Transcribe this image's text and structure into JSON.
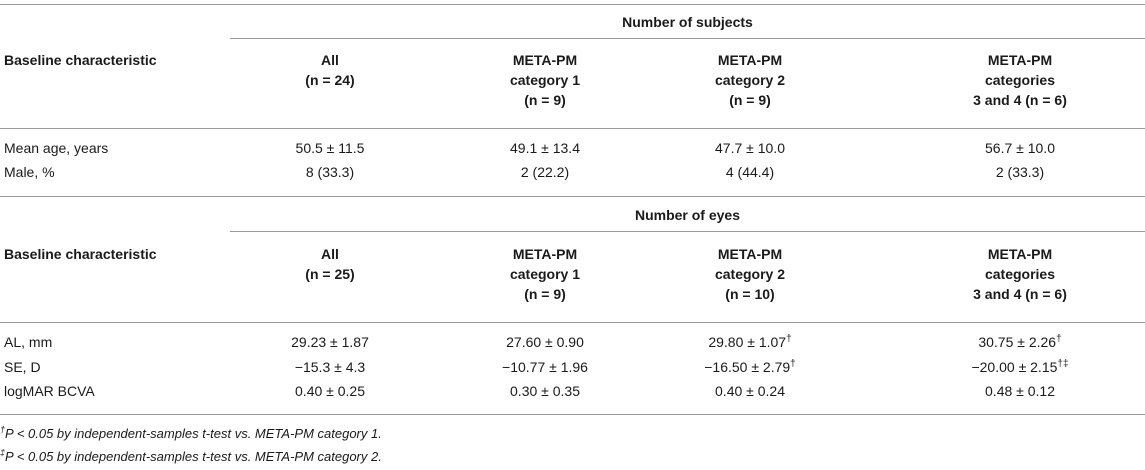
{
  "subjects": {
    "group_title": "Number of subjects",
    "header_left": "Baseline characteristic",
    "cols": [
      {
        "l1": "All",
        "l2": "",
        "n": "(n = 24)"
      },
      {
        "l1": "META-PM",
        "l2": "category 1",
        "n": "(n = 9)"
      },
      {
        "l1": "META-PM",
        "l2": "category 2",
        "n": "(n = 9)"
      },
      {
        "l1": "META-PM",
        "l2": "categories",
        "n": "3 and 4 (n = 6)"
      }
    ],
    "rows": [
      {
        "label": "Mean age, years",
        "cells": [
          {
            "v": "50.5 ± 11.5",
            "s": ""
          },
          {
            "v": "49.1 ± 13.4",
            "s": ""
          },
          {
            "v": "47.7 ± 10.0",
            "s": ""
          },
          {
            "v": "56.7 ± 10.0",
            "s": ""
          }
        ]
      },
      {
        "label": "Male, %",
        "cells": [
          {
            "v": "8 (33.3)",
            "s": ""
          },
          {
            "v": "2 (22.2)",
            "s": ""
          },
          {
            "v": "4 (44.4)",
            "s": ""
          },
          {
            "v": "2 (33.3)",
            "s": ""
          }
        ]
      }
    ]
  },
  "eyes": {
    "group_title": "Number of eyes",
    "header_left": "Baseline characteristic",
    "cols": [
      {
        "l1": "All",
        "l2": "",
        "n": "(n = 25)"
      },
      {
        "l1": "META-PM",
        "l2": "category 1",
        "n": "(n = 9)"
      },
      {
        "l1": "META-PM",
        "l2": "category 2",
        "n": "(n = 10)"
      },
      {
        "l1": "META-PM",
        "l2": "categories",
        "n": "3 and 4 (n = 6)"
      }
    ],
    "rows": [
      {
        "label": "AL, mm",
        "cells": [
          {
            "v": "29.23 ± 1.87",
            "s": ""
          },
          {
            "v": "27.60 ± 0.90",
            "s": ""
          },
          {
            "v": "29.80 ± 1.07",
            "s": "†"
          },
          {
            "v": "30.75 ± 2.26",
            "s": "†"
          }
        ]
      },
      {
        "label": "SE, D",
        "cells": [
          {
            "v": "−15.3 ± 4.3",
            "s": ""
          },
          {
            "v": "−10.77 ± 1.96",
            "s": ""
          },
          {
            "v": "−16.50 ± 2.79",
            "s": "†"
          },
          {
            "v": "−20.00 ± 2.15",
            "s": "†‡"
          }
        ]
      },
      {
        "label": "logMAR BCVA",
        "cells": [
          {
            "v": "0.40 ± 0.25",
            "s": ""
          },
          {
            "v": "0.30 ± 0.35",
            "s": ""
          },
          {
            "v": "0.40 ± 0.24",
            "s": ""
          },
          {
            "v": "0.48 ± 0.12",
            "s": ""
          }
        ]
      }
    ]
  },
  "footnotes": [
    {
      "mark": "†",
      "text": "P < 0.05 by independent-samples t-test vs. META-PM category 1."
    },
    {
      "mark": "‡",
      "text": "P < 0.05 by independent-samples t-test vs. META-PM category 2."
    }
  ]
}
